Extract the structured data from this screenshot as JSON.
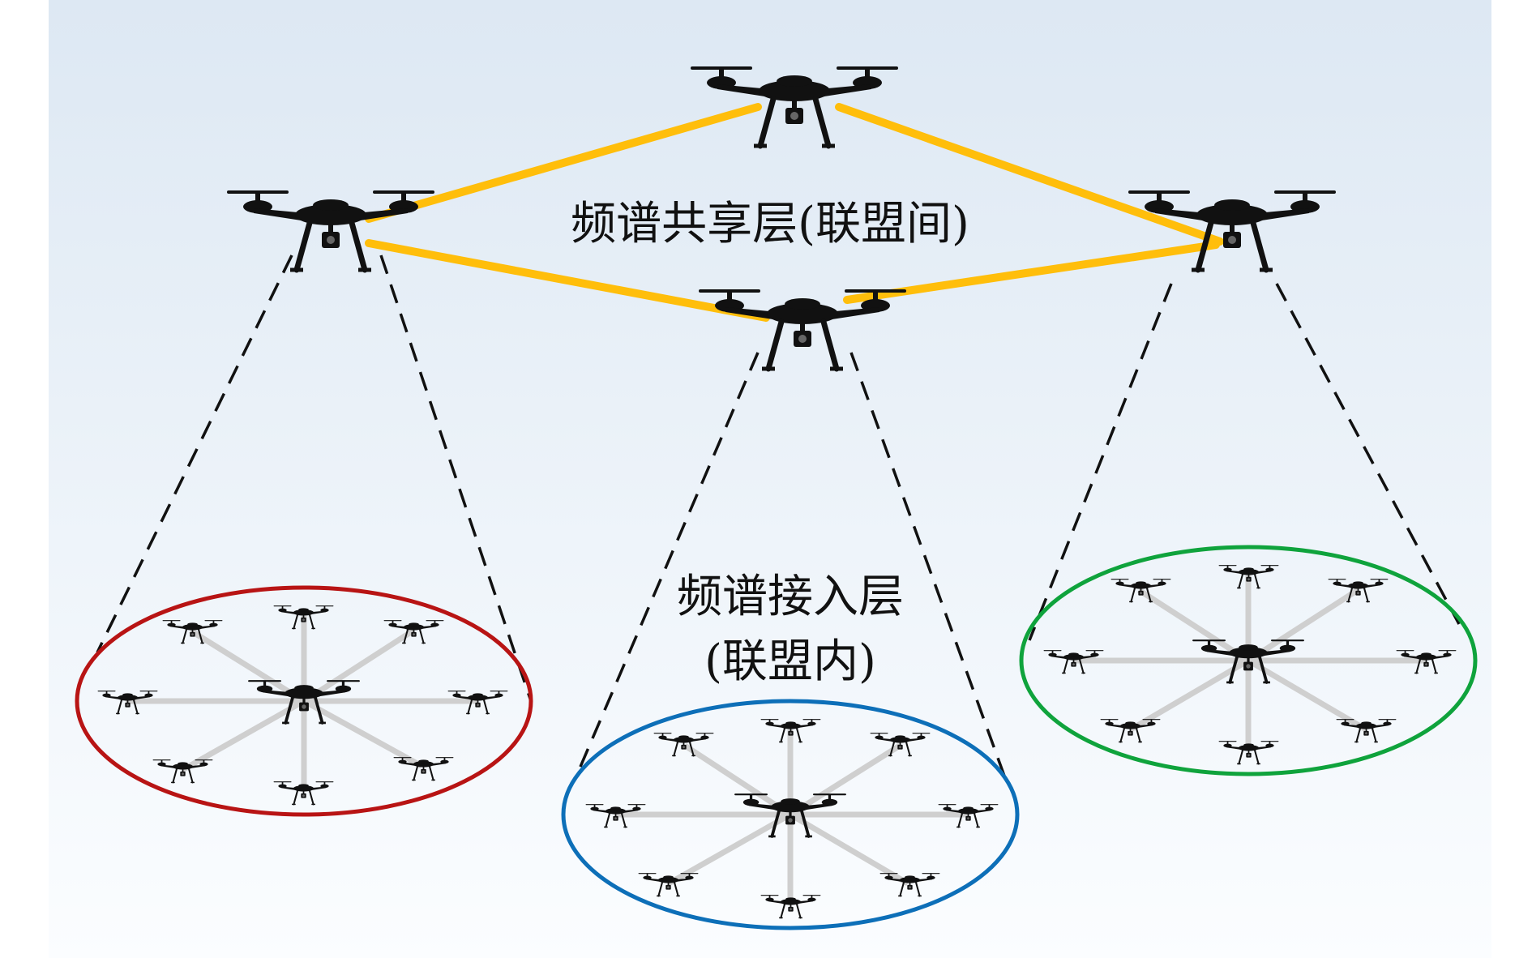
{
  "labels": {
    "sharing_layer": "频谱共享层(联盟间)",
    "access_layer_line1": "频谱接入层",
    "access_layer_line2": "(联盟内)"
  },
  "colors": {
    "background_top": "#dde8f3",
    "background_bottom": "#fbfdff",
    "inter_link": "#FFBE0B",
    "cluster_left": "#B81414",
    "cluster_middle": "#0D6FB8",
    "cluster_right": "#0FA33C",
    "spoke": "#cfcfcf",
    "drone": "#111111",
    "dashed": "#111111"
  },
  "icons": {
    "drone": "quadcopter-drone-icon"
  },
  "structure": {
    "head_drones": 4,
    "clusters": 3,
    "members_per_cluster": 8
  }
}
